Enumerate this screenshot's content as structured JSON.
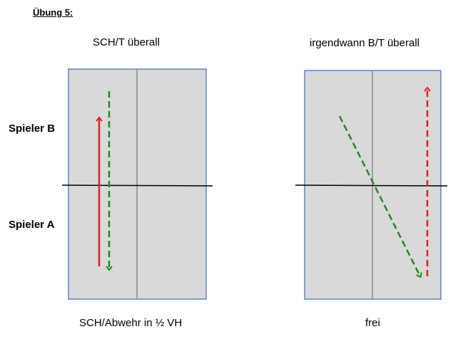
{
  "title": "Übung 5:",
  "players": {
    "b": "Spieler B",
    "a": "Spieler A"
  },
  "left_diagram": {
    "top_caption": "SCH/T überall",
    "bottom_caption": "SCH/Abwehr in ½ VH"
  },
  "right_diagram": {
    "top_caption": "irgendwann B/T überall",
    "bottom_caption": "frei"
  },
  "colors": {
    "field_fill": "#d9d9d9",
    "field_border": "#5b87c1",
    "center_line": "#888888",
    "net": "#000000",
    "red": "#e02020",
    "green": "#1e8a1e"
  }
}
